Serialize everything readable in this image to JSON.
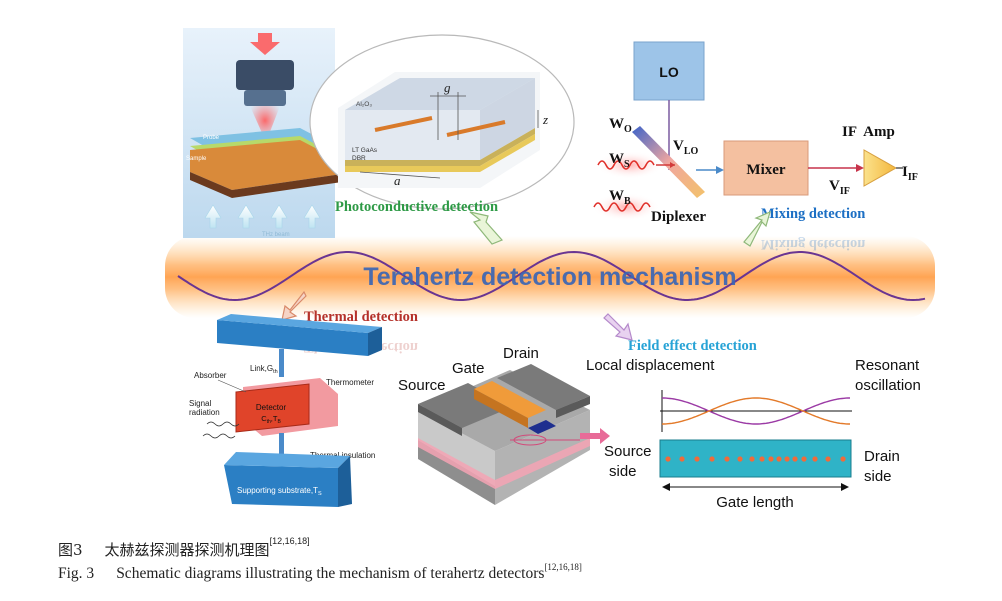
{
  "center_title": "Terahertz detection mechanism",
  "photoconductive": {
    "heading": "Photoconductive detection",
    "laser_label": "Probe",
    "sample_label": "Sample",
    "thz_beam_label": "THz beam",
    "inset": {
      "layer_top": "Al₂O₃",
      "layer_mid": "LT GaAs",
      "layer_dbr": "DBR",
      "dim_g": "g",
      "dim_z": "z",
      "dim_a": "a"
    }
  },
  "mixing": {
    "heading": "Mixing detection",
    "lo": "LO",
    "mixer": "Mixer",
    "diplexer": "Diplexer",
    "if_amp": "IF  Amp",
    "w_o": "W",
    "w_o_sub": "O",
    "w_s": "W",
    "w_s_sub": "S",
    "w_b": "W",
    "w_b_sub": "B",
    "v_lo": "V",
    "v_lo_sub": "LO",
    "v_if": "V",
    "v_if_sub": "IF",
    "i_if": "I",
    "i_if_sub": "IF"
  },
  "thermal": {
    "heading": "Thermal detection",
    "link": "Link,G",
    "link_sub": "th",
    "absorber": "Absorber",
    "thermometer": "Thermometer",
    "signal_1": "Signal",
    "signal_2": "radiation",
    "detector_1": "Detector",
    "detector_2": "C",
    "detector_2_sub": "th",
    "detector_2b": ",T",
    "detector_2b_sub": "B",
    "insulation": "Thermal insulation",
    "substrate": "Supporting substrate,T",
    "substrate_sub": "S"
  },
  "field_effect": {
    "heading": "Field effect detection",
    "source": "Source",
    "gate": "Gate",
    "drain": "Drain",
    "local_disp": "Local displacement",
    "resonant_1": "Resonant",
    "resonant_2": "oscillation",
    "source_side_1": "Source",
    "source_side_2": "side",
    "drain_side_1": "Drain",
    "drain_side_2": "side",
    "gate_length": "Gate length"
  },
  "caption_cn": {
    "label": "图3",
    "text": "太赫兹探测器探测机理图",
    "refs": "[12,16,18]"
  },
  "caption_en": {
    "label": "Fig. 3",
    "text": "Schematic diagrams illustrating the mechanism of terahertz detectors",
    "refs": "[12,16,18]"
  },
  "colors": {
    "photoconductive": "#2e9a46",
    "mixing": "#1c6fc4",
    "thermal": "#b5322b",
    "field_effect": "#27a3d6",
    "title": "#3a5fa0",
    "glow": "#ff9a3c",
    "wave": "#7a3a9a"
  }
}
